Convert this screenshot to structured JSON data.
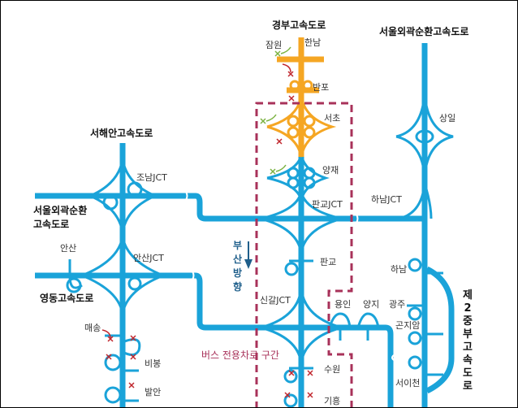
{
  "colors": {
    "road": "#1aa3d9",
    "gyeongbu_section": "#f5a623",
    "bus_lane_box": "#a8325a",
    "blocked": "#c0262d",
    "allowed": "#7cb342"
  },
  "roads": {
    "gyeongbu": "경부고속도로",
    "seoul_ring_top": "서울외곽순환고속도로",
    "seohaean": "서해안고속도로",
    "seoul_ring_left": "서울외곽순환 고속도로",
    "yeongdong": "영동고속도로",
    "jungbu2": "제2중부고속도로"
  },
  "places": {
    "jamwon": "잠원",
    "hannam": "한남",
    "banpo": "반포",
    "seocho": "서초",
    "yangjae": "양재",
    "pangyo_jct": "판교JCT",
    "pangyo": "판교",
    "singal_jct": "신갈JCT",
    "suwon": "수원",
    "giheung": "기흥",
    "sangil": "상일",
    "hanam_jct": "하남JCT",
    "hanam": "하남",
    "gwangju": "광주",
    "gonjiam": "곤지암",
    "seoicheon": "서이천",
    "yongin": "용인",
    "yangji": "양지",
    "jonam_jct": "조남JCT",
    "ansan": "안산",
    "ansan_jct": "안산JCT",
    "maesong": "매송",
    "bibong": "비봉",
    "baran": "발안"
  },
  "direction": "부산방향",
  "bus_lane_section": "버스 전용차로 구간"
}
